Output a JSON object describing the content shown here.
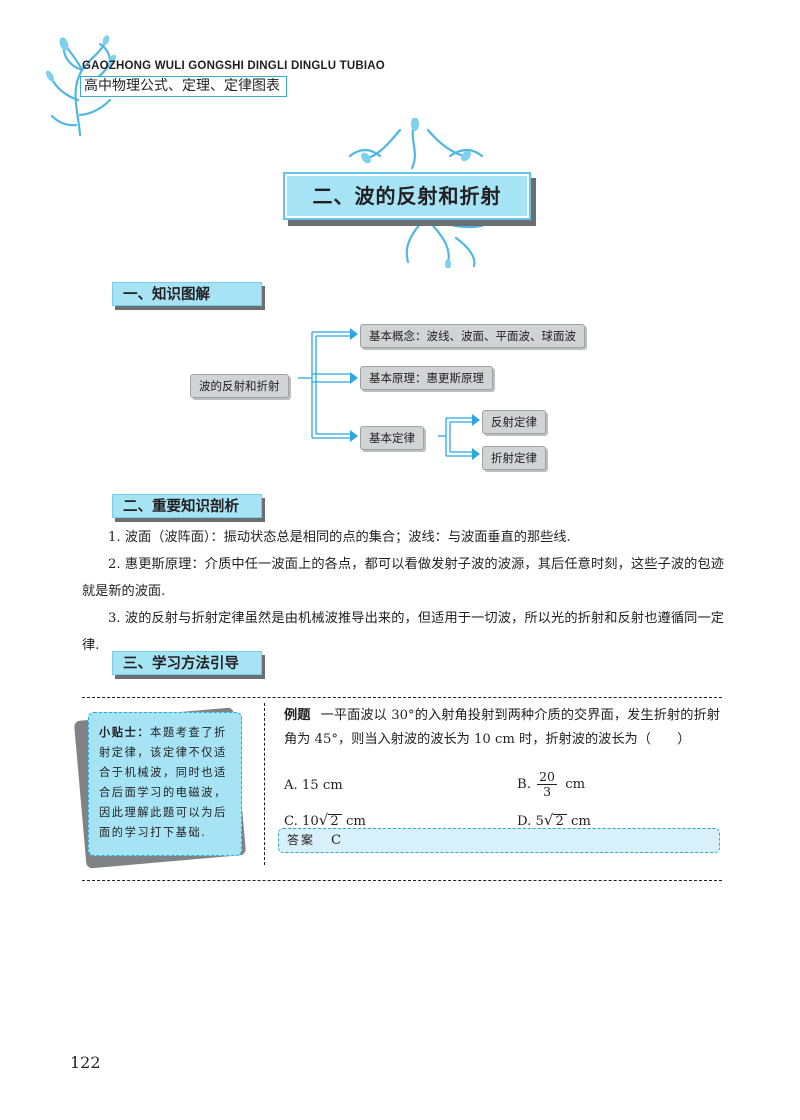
{
  "header": {
    "pinyin": "GAOZHONG WULI GONGSHI DINGLI DINGLU TUBIAO",
    "book_title": "高中物理公式、定理、定律图表"
  },
  "chapter_title": "二、波的反射和折射",
  "sections": {
    "s1": "一、知识图解",
    "s2": "二、重要知识剖析",
    "s3": "三、学习方法引导"
  },
  "diagram": {
    "root": "波的反射和折射",
    "branch1": "基本概念：波线、波面、平面波、球面波",
    "branch2": "基本原理：惠更斯原理",
    "branch3": "基本定律",
    "law1": "反射定律",
    "law2": "折射定律"
  },
  "paragraphs": {
    "p1": "1. 波面（波阵面）：振动状态总是相同的点的集合；波线：与波面垂直的那些线.",
    "p2": "2. 惠更斯原理：介质中任一波面上的各点，都可以看做发射子波的波源，其后任意时刻，这些子波的包迹就是新的波面.",
    "p3": "3. 波的反射与折射定律虽然是由机械波推导出来的，但适用于一切波，所以光的折射和反射也遵循同一定律."
  },
  "tip": {
    "label": "小贴士",
    "colon": "：",
    "text": "本题考查了折射定律，该定律不仅适合于机械波，同时也适合后面学习的电磁波，因此理解此题可以为后面的学习打下基础."
  },
  "example": {
    "label": "例题",
    "question": "一平面波以 30°的入射角投射到两种介质的交界面，发生折射的折射角为 45°，则当入射波的波长为 10 cm 时，折射波的波长为（　　）",
    "options": {
      "a": "A. 15 cm",
      "b_prefix": "B.",
      "b_num": "20",
      "b_den": "3",
      "b_unit": "cm",
      "c_prefix": "C. 10",
      "c_rad": "2",
      "c_unit": "cm",
      "d_prefix": "D. 5",
      "d_rad": "2",
      "d_unit": "cm"
    },
    "answer_label": "答案",
    "answer": "C"
  },
  "page_number": "122",
  "colors": {
    "accent_light_blue": "#a6e3f5",
    "accent_blue": "#29a8df",
    "node_gray": "#d1d3d4",
    "shadow_gray": "#6d6e71"
  }
}
